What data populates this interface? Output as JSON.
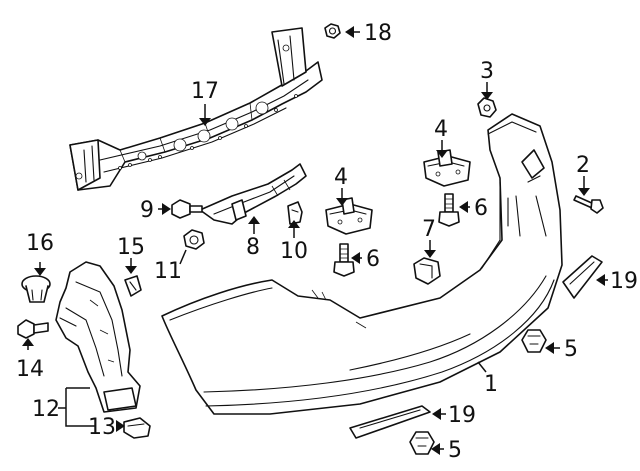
{
  "diagram": {
    "callouts": {
      "c1": "1",
      "c2": "2",
      "c3": "3",
      "c4a": "4",
      "c4b": "4",
      "c5a": "5",
      "c5b": "5",
      "c6a": "6",
      "c6b": "6",
      "c7": "7",
      "c8": "8",
      "c9": "9",
      "c10": "10",
      "c11": "11",
      "c12": "12",
      "c13": "13",
      "c14": "14",
      "c15": "15",
      "c16": "16",
      "c17": "17",
      "c18": "18",
      "c19a": "19",
      "c19b": "19"
    }
  }
}
